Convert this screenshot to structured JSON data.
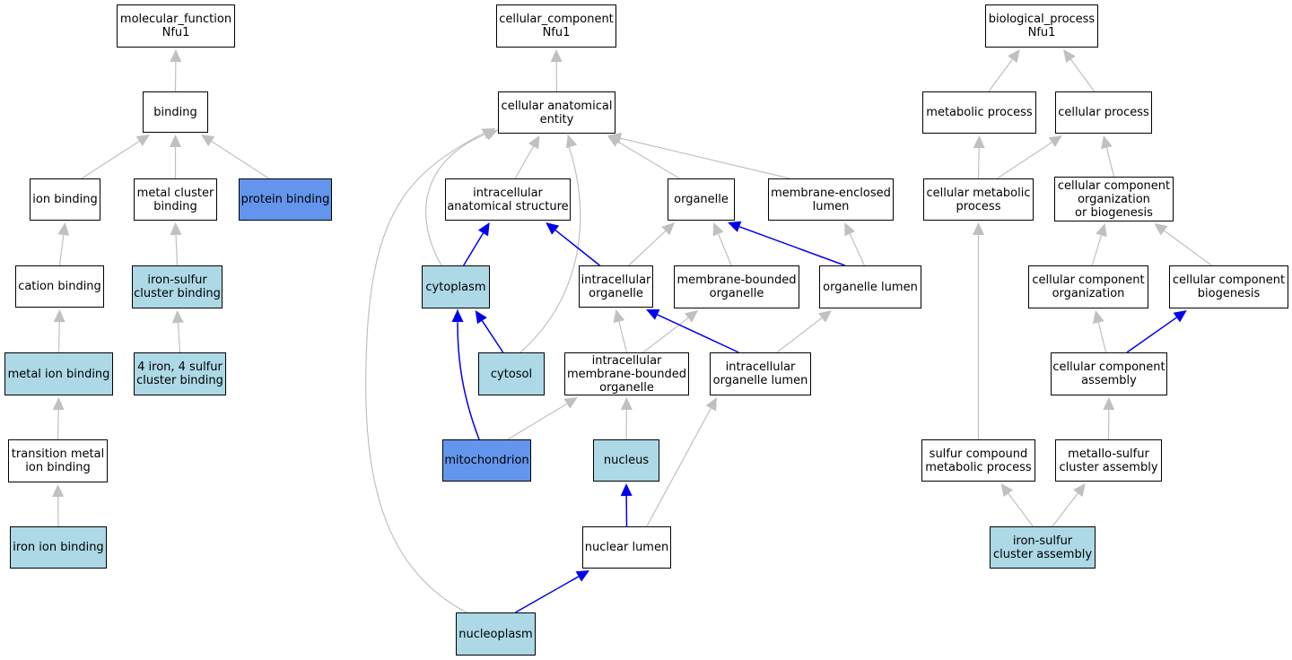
{
  "colors": {
    "default": "#ffffff",
    "light": "#add8e6",
    "dark": "#6495ed",
    "edge_gray": "#c0c0c0",
    "edge_blue": "#0000ee"
  },
  "nodes": {
    "mf_root": {
      "label": "molecular_function\nNfu1",
      "fill": "default"
    },
    "binding": {
      "label": "binding",
      "fill": "default"
    },
    "ion_binding": {
      "label": "ion binding",
      "fill": "default"
    },
    "metal_cluster_binding": {
      "label": "metal cluster\nbinding",
      "fill": "default"
    },
    "protein_binding": {
      "label": "protein binding",
      "fill": "dark"
    },
    "cation_binding": {
      "label": "cation binding",
      "fill": "default"
    },
    "iron_sulfur_cluster_binding": {
      "label": "iron-sulfur\ncluster binding",
      "fill": "light"
    },
    "metal_ion_binding": {
      "label": "metal ion binding",
      "fill": "light"
    },
    "fe4s4_binding": {
      "label": "4 iron, 4 sulfur\ncluster binding",
      "fill": "light"
    },
    "transition_metal_ion_binding": {
      "label": "transition metal\nion binding",
      "fill": "default"
    },
    "iron_ion_binding": {
      "label": "iron ion binding",
      "fill": "light"
    },
    "cc_root": {
      "label": "cellular_component\nNfu1",
      "fill": "default"
    },
    "cellular_anatomical_entity": {
      "label": "cellular anatomical\nentity",
      "fill": "default"
    },
    "intracellular_anatomical_structure": {
      "label": "intracellular\nanatomical structure",
      "fill": "default"
    },
    "organelle": {
      "label": "organelle",
      "fill": "default"
    },
    "membrane_enclosed_lumen": {
      "label": "membrane-enclosed\nlumen",
      "fill": "default"
    },
    "cytoplasm": {
      "label": "cytoplasm",
      "fill": "light"
    },
    "intracellular_organelle": {
      "label": "intracellular\norganelle",
      "fill": "default"
    },
    "membrane_bounded_organelle": {
      "label": "membrane-bounded\norganelle",
      "fill": "default"
    },
    "organelle_lumen": {
      "label": "organelle lumen",
      "fill": "default"
    },
    "cytosol": {
      "label": "cytosol",
      "fill": "light"
    },
    "intracellular_membrane_bounded_organelle": {
      "label": "intracellular\nmembrane-bounded\norganelle",
      "fill": "default"
    },
    "intracellular_organelle_lumen": {
      "label": "intracellular\norganelle lumen",
      "fill": "default"
    },
    "mitochondrion": {
      "label": "mitochondrion",
      "fill": "dark"
    },
    "nucleus": {
      "label": "nucleus",
      "fill": "light"
    },
    "nuclear_lumen": {
      "label": "nuclear lumen",
      "fill": "default"
    },
    "nucleoplasm": {
      "label": "nucleoplasm",
      "fill": "light"
    },
    "bp_root": {
      "label": "biological_process\nNfu1",
      "fill": "default"
    },
    "metabolic_process": {
      "label": "metabolic process",
      "fill": "default"
    },
    "cellular_process": {
      "label": "cellular process",
      "fill": "default"
    },
    "cellular_metabolic_process": {
      "label": "cellular metabolic\nprocess",
      "fill": "default"
    },
    "cc_organization_or_biogenesis": {
      "label": "cellular component\norganization\nor biogenesis",
      "fill": "default"
    },
    "cc_organization": {
      "label": "cellular component\norganization",
      "fill": "default"
    },
    "cc_biogenesis": {
      "label": "cellular component\nbiogenesis",
      "fill": "default"
    },
    "cc_assembly": {
      "label": "cellular component\nassembly",
      "fill": "default"
    },
    "sulfur_compound_metabolic_process": {
      "label": "sulfur compound\nmetabolic process",
      "fill": "default"
    },
    "metallo_sulfur_cluster_assembly": {
      "label": "metallo-sulfur\ncluster assembly",
      "fill": "default"
    },
    "iron_sulfur_cluster_assembly": {
      "label": "iron-sulfur\ncluster assembly",
      "fill": "light"
    }
  },
  "edges": [
    {
      "from": "binding",
      "to": "mf_root",
      "color": "gray"
    },
    {
      "from": "ion_binding",
      "to": "binding",
      "color": "gray"
    },
    {
      "from": "metal_cluster_binding",
      "to": "binding",
      "color": "gray"
    },
    {
      "from": "protein_binding",
      "to": "binding",
      "color": "gray"
    },
    {
      "from": "cation_binding",
      "to": "ion_binding",
      "color": "gray"
    },
    {
      "from": "iron_sulfur_cluster_binding",
      "to": "metal_cluster_binding",
      "color": "gray"
    },
    {
      "from": "metal_ion_binding",
      "to": "cation_binding",
      "color": "gray"
    },
    {
      "from": "fe4s4_binding",
      "to": "iron_sulfur_cluster_binding",
      "color": "gray"
    },
    {
      "from": "transition_metal_ion_binding",
      "to": "metal_ion_binding",
      "color": "gray"
    },
    {
      "from": "iron_ion_binding",
      "to": "transition_metal_ion_binding",
      "color": "gray"
    },
    {
      "from": "cellular_anatomical_entity",
      "to": "cc_root",
      "color": "gray"
    },
    {
      "from": "intracellular_anatomical_structure",
      "to": "cellular_anatomical_entity",
      "color": "gray"
    },
    {
      "from": "organelle",
      "to": "cellular_anatomical_entity",
      "color": "gray"
    },
    {
      "from": "membrane_enclosed_lumen",
      "to": "cellular_anatomical_entity",
      "color": "gray"
    },
    {
      "from": "cytoplasm",
      "to": "cellular_anatomical_entity",
      "color": "gray"
    },
    {
      "from": "cytosol",
      "to": "cellular_anatomical_entity",
      "color": "gray"
    },
    {
      "from": "nucleoplasm",
      "to": "cellular_anatomical_entity",
      "color": "gray"
    },
    {
      "from": "cytoplasm",
      "to": "intracellular_anatomical_structure",
      "color": "blue"
    },
    {
      "from": "intracellular_organelle",
      "to": "intracellular_anatomical_structure",
      "color": "blue"
    },
    {
      "from": "intracellular_organelle",
      "to": "organelle",
      "color": "gray"
    },
    {
      "from": "membrane_bounded_organelle",
      "to": "organelle",
      "color": "gray"
    },
    {
      "from": "organelle_lumen",
      "to": "organelle",
      "color": "blue"
    },
    {
      "from": "organelle_lumen",
      "to": "membrane_enclosed_lumen",
      "color": "gray"
    },
    {
      "from": "cytosol",
      "to": "cytoplasm",
      "color": "blue"
    },
    {
      "from": "mitochondrion",
      "to": "cytoplasm",
      "color": "blue"
    },
    {
      "from": "intracellular_membrane_bounded_organelle",
      "to": "intracellular_organelle",
      "color": "gray"
    },
    {
      "from": "intracellular_membrane_bounded_organelle",
      "to": "membrane_bounded_organelle",
      "color": "gray"
    },
    {
      "from": "intracellular_organelle_lumen",
      "to": "intracellular_organelle",
      "color": "blue"
    },
    {
      "from": "intracellular_organelle_lumen",
      "to": "organelle_lumen",
      "color": "gray"
    },
    {
      "from": "mitochondrion",
      "to": "intracellular_membrane_bounded_organelle",
      "color": "gray"
    },
    {
      "from": "nucleus",
      "to": "intracellular_membrane_bounded_organelle",
      "color": "gray"
    },
    {
      "from": "nuclear_lumen",
      "to": "nucleus",
      "color": "blue"
    },
    {
      "from": "nuclear_lumen",
      "to": "intracellular_organelle_lumen",
      "color": "gray"
    },
    {
      "from": "nucleoplasm",
      "to": "nuclear_lumen",
      "color": "blue"
    },
    {
      "from": "metabolic_process",
      "to": "bp_root",
      "color": "gray"
    },
    {
      "from": "cellular_process",
      "to": "bp_root",
      "color": "gray"
    },
    {
      "from": "cellular_metabolic_process",
      "to": "metabolic_process",
      "color": "gray"
    },
    {
      "from": "cellular_metabolic_process",
      "to": "cellular_process",
      "color": "gray"
    },
    {
      "from": "cc_organization_or_biogenesis",
      "to": "cellular_process",
      "color": "gray"
    },
    {
      "from": "cc_organization",
      "to": "cc_organization_or_biogenesis",
      "color": "gray"
    },
    {
      "from": "cc_biogenesis",
      "to": "cc_organization_or_biogenesis",
      "color": "gray"
    },
    {
      "from": "cc_assembly",
      "to": "cc_organization",
      "color": "gray"
    },
    {
      "from": "cc_assembly",
      "to": "cc_biogenesis",
      "color": "blue"
    },
    {
      "from": "sulfur_compound_metabolic_process",
      "to": "cellular_metabolic_process",
      "color": "gray"
    },
    {
      "from": "metallo_sulfur_cluster_assembly",
      "to": "cc_assembly",
      "color": "gray"
    },
    {
      "from": "iron_sulfur_cluster_assembly",
      "to": "sulfur_compound_metabolic_process",
      "color": "gray"
    },
    {
      "from": "iron_sulfur_cluster_assembly",
      "to": "metallo_sulfur_cluster_assembly",
      "color": "gray"
    }
  ]
}
